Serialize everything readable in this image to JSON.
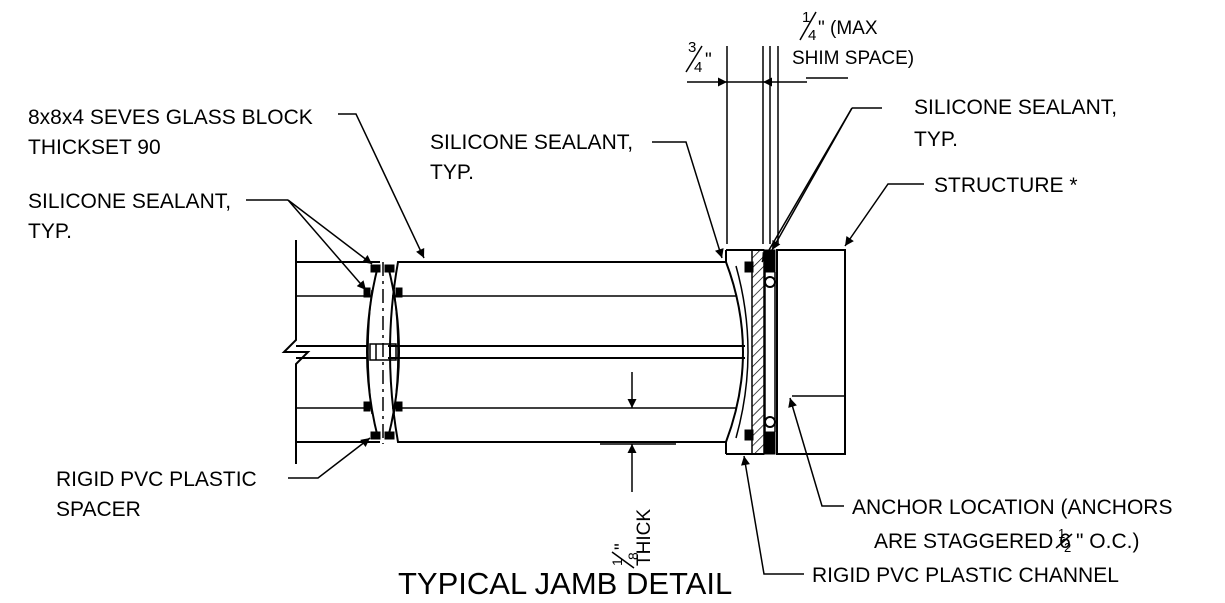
{
  "title": "TYPICAL JAMB DETAIL",
  "labels": {
    "glass_block_line1": "8x8x4 SEVES GLASS BLOCK",
    "glass_block_line2": "THICKSET 90",
    "sealant_left_line1": "SILICONE SEALANT,",
    "sealant_left_line2": "TYP.",
    "sealant_mid_line1": "SILICONE SEALANT,",
    "sealant_mid_line2": "TYP.",
    "sealant_right_line1": "SILICONE SEALANT,",
    "sealant_right_line2": "TYP.",
    "structure": "STRUCTURE *",
    "spacer_line1": "RIGID PVC PLASTIC",
    "spacer_line2": "SPACER",
    "anchor_line1": "ANCHOR LOCATION (ANCHORS",
    "anchor_line2": "ARE STAGGERED 6",
    "anchor_line2_tail": "\" O.C.)",
    "channel": "RIGID PVC PLASTIC CHANNEL"
  },
  "dimensions": {
    "three_quarter_num": "3",
    "three_quarter_den": "4",
    "three_quarter_unit": "\"",
    "quarter_num": "1",
    "quarter_den": "4",
    "quarter_tail_line1": "\" (MAX",
    "quarter_tail_line2": "SHIM SPACE)",
    "eighth_num": "1",
    "eighth_den": "8",
    "eighth_unit": "\"",
    "eighth_note": "THICK",
    "half_num": "1",
    "half_den": "2"
  }
}
